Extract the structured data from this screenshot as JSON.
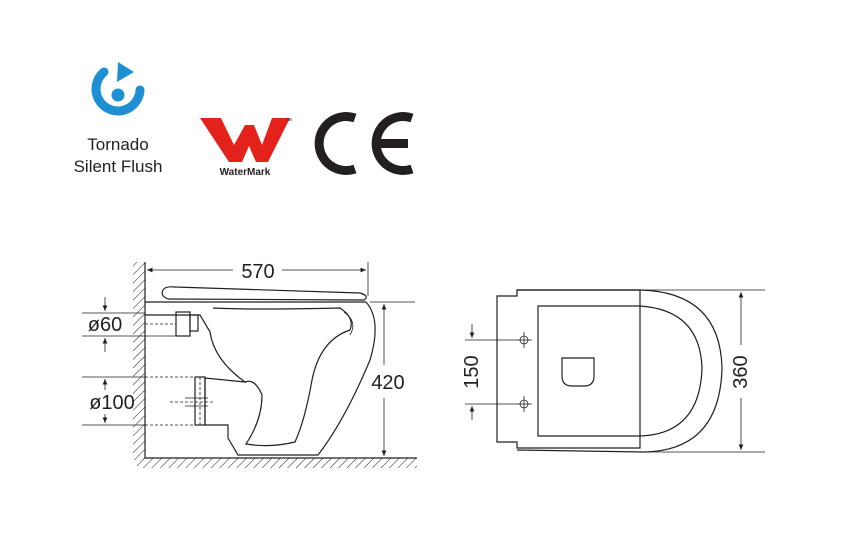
{
  "logos": {
    "tornado": {
      "line1": "Tornado",
      "line2": "Silent Flush",
      "color": "#1f8fd4"
    },
    "watermark": {
      "label": "WaterMark",
      "tm": "™",
      "color": "#e3231b"
    },
    "ce": {
      "label": "CE",
      "color": "#231f20"
    }
  },
  "side_view": {
    "width_label": "570",
    "height_label": "420",
    "pipe_small_label": "ø60",
    "pipe_large_label": "ø100"
  },
  "top_view": {
    "spacing_label": "150",
    "depth_label": "360"
  },
  "colors": {
    "line": "#231f20",
    "background": "#ffffff"
  }
}
